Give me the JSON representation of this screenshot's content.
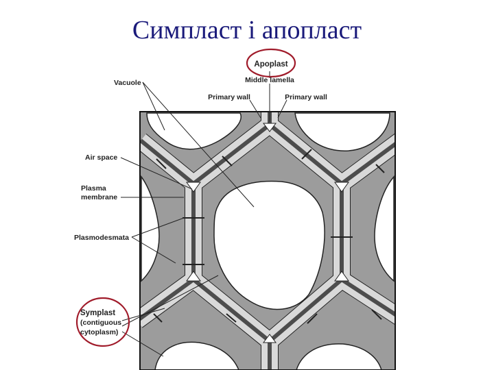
{
  "slide": {
    "title": "Симпласт і апопласт"
  },
  "labels": {
    "apoplast": "Apoplast",
    "middle_lamella": "Middle lamella",
    "primary_wall_left": "Primary wall",
    "primary_wall_right": "Primary wall",
    "vacuole": "Vacuole",
    "air_space": "Air space",
    "plasma_membrane_1": "Plasma",
    "plasma_membrane_2": "membrane",
    "plasmodesmata": "Plasmodesmata",
    "symplast": "Symplast",
    "symplast_sub_1": "(contiguous",
    "symplast_sub_2": "cytoplasm)"
  },
  "colors": {
    "title": "#1a1a7a",
    "highlight_circle": "#a01b2a",
    "cytoplasm": "#9c9c9c",
    "wall": "#d9d9d9",
    "lamella": "#4d4d4d",
    "vacuole": "#ffffff"
  }
}
